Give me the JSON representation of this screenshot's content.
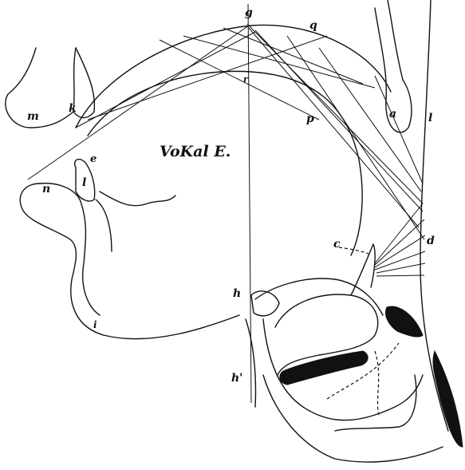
{
  "title": "VoKal E.",
  "labels": {
    "g": "g",
    "q": "q",
    "r": "r",
    "p": "p",
    "l": "l",
    "a": "a",
    "m": "m",
    "k": "k",
    "e": "e",
    "n": "n",
    "i_lip": "l",
    "c": "c",
    "d": "d",
    "h": "h",
    "h2": "h'",
    "i": "i"
  },
  "colors": {
    "ink": "#111111",
    "paper": "#ffffff"
  }
}
